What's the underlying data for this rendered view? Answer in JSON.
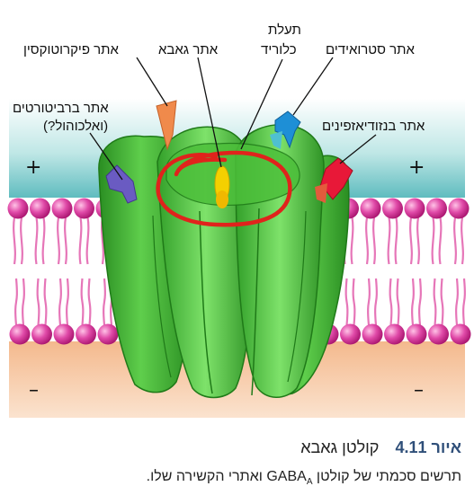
{
  "figure": {
    "labels": {
      "picrotoxin": "אתר פיקרוטוקסין",
      "gaba": "אתר גאבא",
      "chloride_line1": "תעלת",
      "chloride_line2": "כלוריד",
      "steroids": "אתר סטרואידים",
      "barbiturates_line1": "אתר ברביטורטים",
      "barbiturates_line2": "(ואלכוהול?)",
      "benzodiazepines": "אתר בנזודיאזפינים"
    },
    "signs": {
      "plus": "+",
      "minus": "–"
    },
    "colors": {
      "extracellular": "#6cc3c5",
      "intracellular": "#f6c39a",
      "lipid_head": "#d63a9a",
      "lipid_tail": "#e676b8",
      "receptor": "#39ab2e",
      "receptor_dark": "#1f7a18",
      "gaba_site": "#f4d000",
      "annotation_circle": "#e0231c",
      "picrotoxin_site": "#f08a4b",
      "steroid_site": "#1e8fd6",
      "barbiturate_site": "#6a5bc2",
      "benzodiazepine_site": "#e81838"
    }
  },
  "caption": {
    "figure_number": "איור 4.11",
    "title": "קולטן גאבא",
    "text_before": "תרשים סכמתי של קולטן GABA",
    "subscript": "A",
    "text_after": " ואתרי הקשירה שלו."
  }
}
